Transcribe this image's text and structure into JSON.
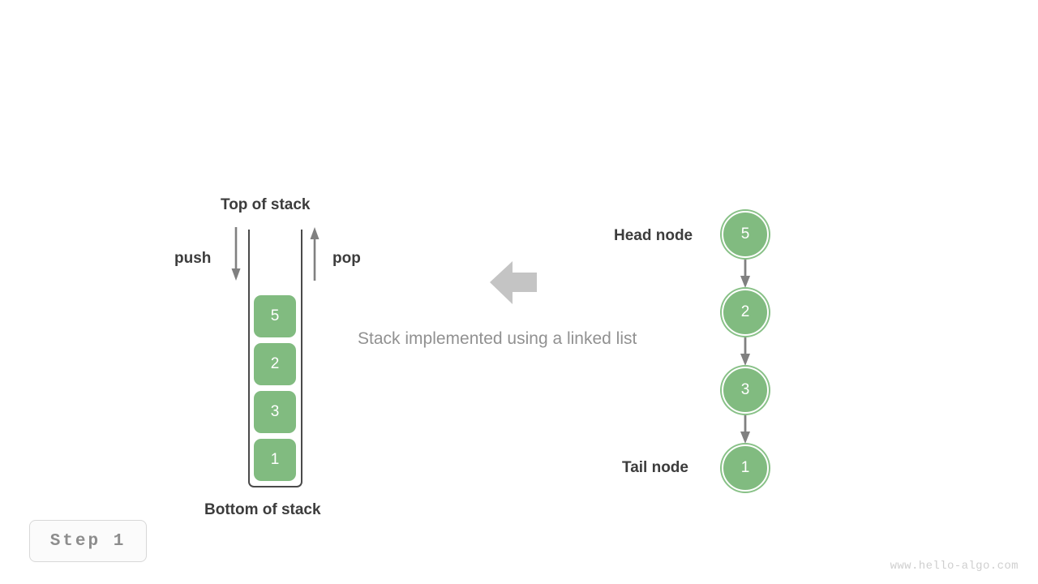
{
  "theme": {
    "background": "#ffffff",
    "node_fill": "#81bb80",
    "node_ring": "#88c187",
    "node_text": "#ffffff",
    "label_text": "#3c3c3c",
    "caption_text": "#919191",
    "arrow_gray": "#808080",
    "big_arrow_gray": "#c4c4c4",
    "container_stroke": "#4a4a4a",
    "badge_text": "#8d8d8d",
    "badge_border": "#d8d8d8",
    "badge_fill": "#fbfbfb",
    "watermark_text": "#cfcfcf"
  },
  "diagram": {
    "caption": "Stack implemented using a linked list",
    "transform_arrow": "left-block-arrow"
  },
  "stack": {
    "top_label": "Top of stack",
    "bottom_label": "Bottom of stack",
    "push_label": "push",
    "pop_label": "pop",
    "push_direction": "down",
    "pop_direction": "up",
    "cells": [
      {
        "value": "5"
      },
      {
        "value": "2"
      },
      {
        "value": "3"
      },
      {
        "value": "1"
      }
    ]
  },
  "linked_list": {
    "head_label": "Head node",
    "tail_label": "Tail node",
    "nodes": [
      {
        "value": "5"
      },
      {
        "value": "2"
      },
      {
        "value": "3"
      },
      {
        "value": "1"
      }
    ]
  },
  "footer": {
    "step_label": "Step 1",
    "watermark": "www.hello-algo.com"
  }
}
